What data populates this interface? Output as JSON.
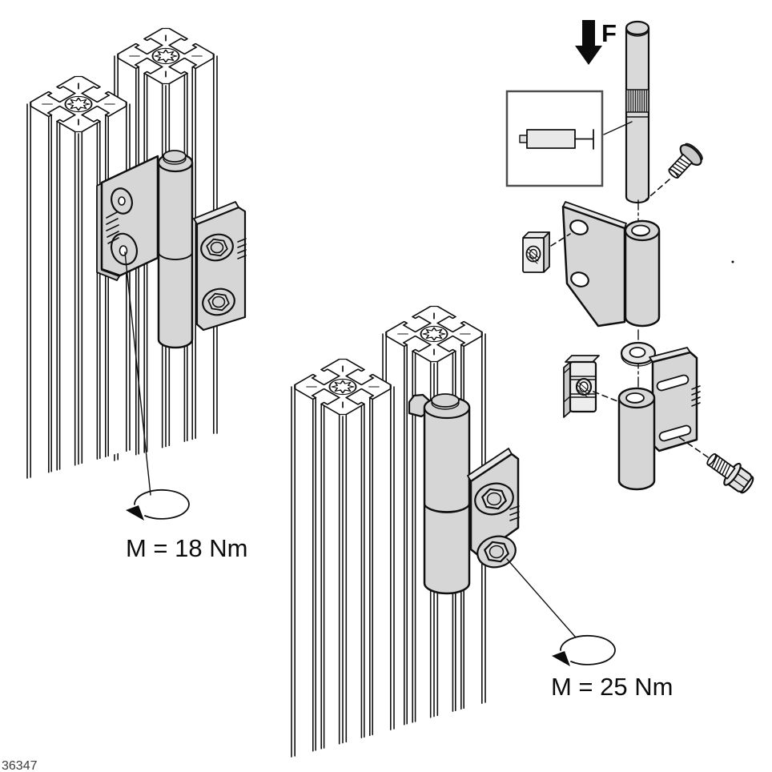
{
  "figure": {
    "force_label": "F",
    "torque_small_label": "M = 18 Nm",
    "torque_large_label": "M = 25 Nm",
    "figure_number": "36347"
  },
  "icons": {
    "force_arrow": "down-arrow-icon",
    "torque_symbol": "rotation-ellipse-arrow-icon",
    "extrusion_profile": "t-slot-profile-icon",
    "small_hinge": "hinge-icon",
    "large_hinge": "heavy-hinge-icon",
    "hinge_pin": "pin-icon",
    "pin_detail_inset": "pin-schematic-icon",
    "countersunk_screw": "flat-head-screw-icon",
    "slot_nut": "slot-nut-icon",
    "t_slot_nut": "t-slot-nut-icon",
    "washer": "washer-icon",
    "hex_flange_bolt": "hex-bolt-icon"
  },
  "colors": {
    "line": "#101010",
    "part_fill": "#d6d6d6",
    "part_fill_light": "#e8e8e8",
    "pin_fill": "#d9d9d9",
    "knurl_fill": "#c9c9c9",
    "inset_border": "#4d4d4d",
    "background": "#ffffff"
  }
}
